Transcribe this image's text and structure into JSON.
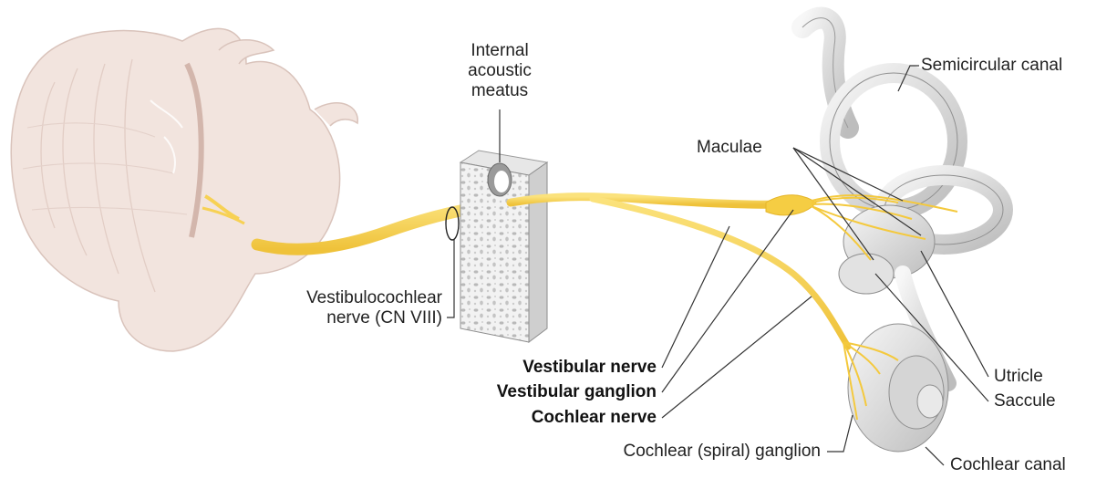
{
  "labels": {
    "internal_acoustic_meatus": [
      "Internal",
      "acoustic",
      "meatus"
    ],
    "semicircular_canal": "Semicircular canal",
    "maculae": "Maculae",
    "vestibulocochlear_nerve": [
      "Vestibulocochlear",
      "nerve (CN VIII)"
    ],
    "vestibular_nerve": "Vestibular nerve",
    "vestibular_ganglion": "Vestibular ganglion",
    "cochlear_nerve": "Cochlear nerve",
    "cochlear_spiral_ganglion": "Cochlear (spiral) ganglion",
    "utricle": "Utricle",
    "saccule": "Saccule",
    "cochlear_canal": "Cochlear canal"
  },
  "colors": {
    "nerve": "#f7d154",
    "nerve_edge": "#e5b52a",
    "brainstem": "#f2e3dd",
    "brainstem_edge": "#d9c3bb",
    "bone": "#eeeeee",
    "labyrinth": "#d8d8d8",
    "leader": "#333333"
  }
}
